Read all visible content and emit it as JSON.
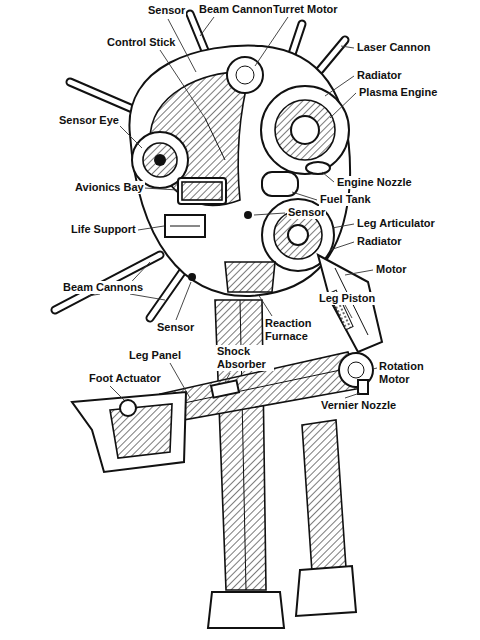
{
  "diagram": {
    "labels": [
      "Sensor",
      "Beam Cannon",
      "Turret Motor",
      "Control Stick",
      "Laser Cannon",
      "Radiator",
      "Plasma Engine",
      "Sensor Eye",
      "Engine Nozzle",
      "Avionics Bay",
      "Fuel Tank",
      "Sensor",
      "Leg Articulator",
      "Life Support",
      "Radiator",
      "Motor",
      "Beam Cannons",
      "Reaction Furnace",
      "Leg Piston",
      "Sensor",
      "Shock Absorber",
      "Leg Panel",
      "Foot Actuator",
      "Rotation Motor",
      "Vernier Nozzle"
    ]
  }
}
